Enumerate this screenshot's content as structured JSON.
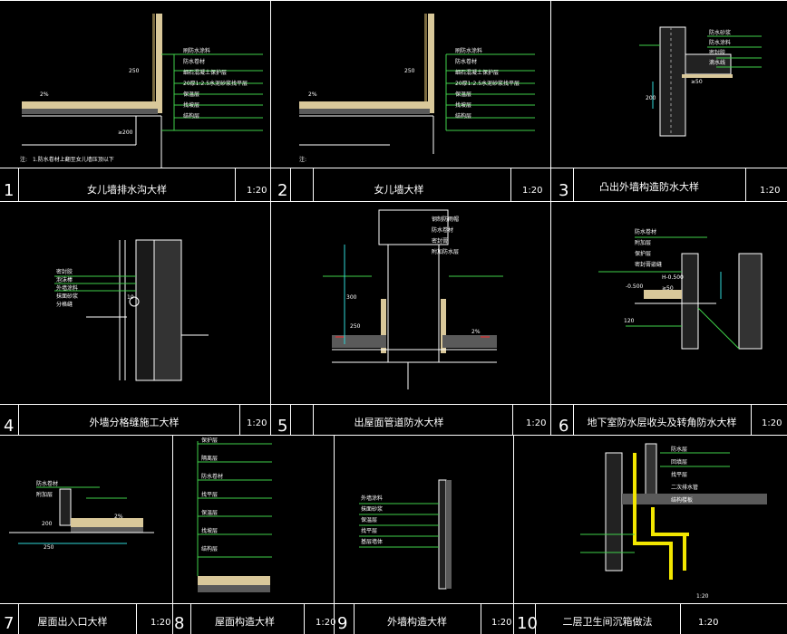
{
  "colors": {
    "background": "#000000",
    "frame": "#ffffff",
    "wall_fill": "#d9c89a",
    "leader": "#3fd14a",
    "dim": "#2fd7d7",
    "pipe": "#f2e600",
    "red_mark": "#ff2a2a",
    "hatch": "#9a9a9a"
  },
  "panels": [
    {
      "number": "1",
      "title": "女儿墙排水沟大样",
      "scale": "1:20",
      "notes": [
        "注:",
        "1.防水卷材上翻至女儿墙压顶以下"
      ],
      "callouts": [
        "刷防水涂料",
        "防水卷材",
        "细石混凝土保护层",
        "20厚1:2.5水泥砂浆找平层",
        "保温层",
        "找坡层",
        "结构层"
      ],
      "dims": [
        "250",
        "≥200",
        "2%"
      ]
    },
    {
      "number": "2",
      "title": "女儿墙大样",
      "scale": "1:20",
      "notes": [
        "注:"
      ],
      "callouts": [
        "刷防水涂料",
        "防水卷材",
        "细石混凝土保护层",
        "20厚1:2.5水泥砂浆找平层",
        "保温层",
        "找坡层",
        "结构层"
      ],
      "dims": [
        "250",
        "2%"
      ]
    },
    {
      "number": "3",
      "title": "凸出外墙构造防水大样",
      "scale": "1:20",
      "callouts": [
        "防水砂浆",
        "防水涂料",
        "密封胶",
        "滴水线"
      ],
      "dims": [
        "≥50",
        "200"
      ]
    },
    {
      "number": "4",
      "title": "外墙分格缝施工大样",
      "scale": "1:20",
      "callouts": [
        "密封胶",
        "泡沫棒",
        "外墙涂料",
        "抹面砂浆",
        "分格缝"
      ],
      "dims": [
        "10"
      ]
    },
    {
      "number": "5",
      "title": "出屋面管道防水大样",
      "scale": "1:20",
      "callouts": [
        "钢制防雨帽",
        "防水卷材",
        "密封膏",
        "附加防水层"
      ],
      "dims": [
        "300",
        "250",
        "2%"
      ]
    },
    {
      "number": "6",
      "title": "地下室防水层收头及转角防水大样",
      "scale": "1:20",
      "callouts": [
        "防水卷材",
        "附加层",
        "保护层",
        "密封膏嵌缝"
      ],
      "dims": [
        "H-0.500",
        "≥50",
        "-0.500",
        "120"
      ]
    },
    {
      "number": "7",
      "title": "屋面出入口大样",
      "scale": "1:20",
      "callouts": [
        "防水卷材",
        "附加层"
      ],
      "dims": [
        "250",
        "200",
        "2%"
      ]
    },
    {
      "number": "8",
      "title": "屋面构造大样",
      "scale": "1:20",
      "callouts": [
        "保护层",
        "隔离层",
        "防水卷材",
        "找平层",
        "保温层",
        "找坡层",
        "结构层"
      ]
    },
    {
      "number": "9",
      "title": "外墙构造大样",
      "scale": "1:20",
      "callouts": [
        "外墙涂料",
        "抹面砂浆",
        "保温层",
        "找平层",
        "基层墙体"
      ]
    },
    {
      "number": "10",
      "title": "二层卫生间沉箱做法",
      "scale": "1:20",
      "callouts": [
        "防水层",
        "回填层",
        "找平层",
        "二次排水管",
        "结构楼板"
      ],
      "dims": [
        "1:20"
      ]
    }
  ]
}
